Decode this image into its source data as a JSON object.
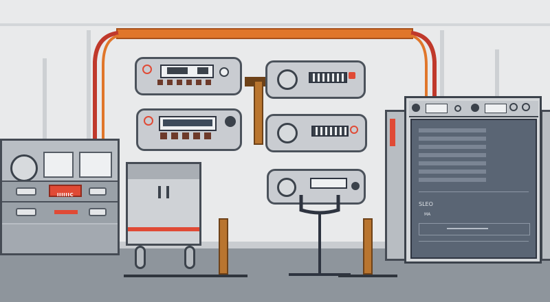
{
  "left_cabinet": {
    "badge_text": "IIIIIIC"
  },
  "monitor": {
    "text_1": "SLEO",
    "text_2": "MA"
  },
  "colors": {
    "wall": "#e9eaeb",
    "floor": "#8e959c",
    "cable_orange": "#e0762a",
    "cable_red": "#c0392b",
    "device_body": "#c9ccd1",
    "screen": "#3d4a5a",
    "accent_red": "#e04a35",
    "post_wood": "#b9752f"
  },
  "icons": [
    "gear-icon",
    "knob-icon",
    "plug-icon",
    "display-icon"
  ]
}
